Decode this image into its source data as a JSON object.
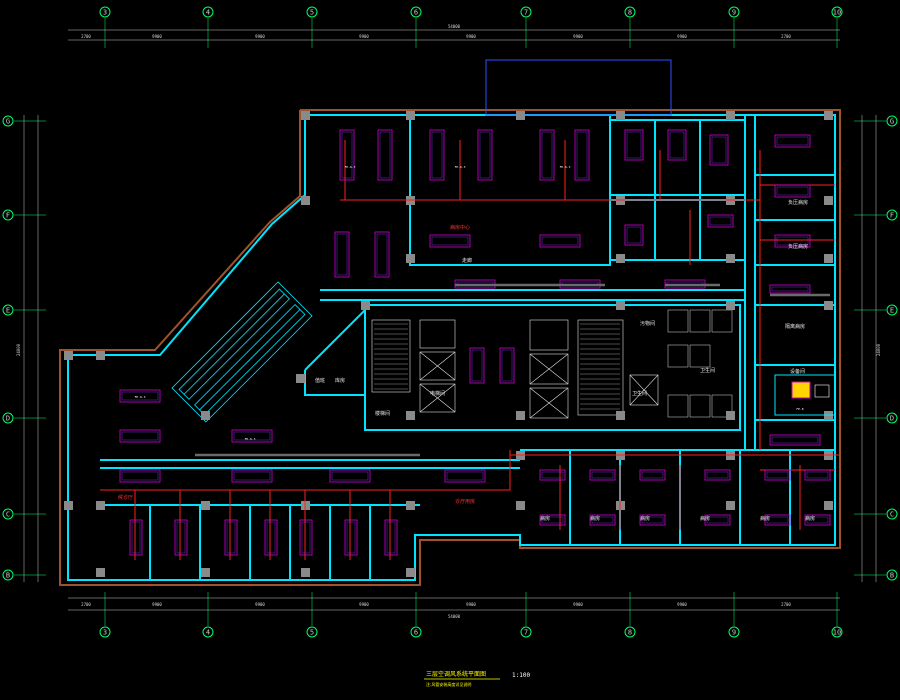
{
  "axes": {
    "vertical": [
      "3",
      "4",
      "5",
      "6",
      "7",
      "8",
      "9",
      "10"
    ],
    "horizontal": [
      "G",
      "F",
      "E",
      "D",
      "C",
      "B"
    ]
  },
  "dimensions": {
    "top_segments": [
      "2700",
      "9900",
      "9900",
      "9900",
      "9900",
      "9900",
      "9900",
      "2700"
    ],
    "top_total": "54000",
    "bottom_segments": [
      "2700",
      "9900",
      "9900",
      "9900",
      "9900",
      "9900",
      "9900",
      "2700"
    ],
    "bottom_total": "54000",
    "side_total": "24000"
  },
  "rooms": {
    "left_top": "候诊厅",
    "center_top": "病房中心",
    "bottom_left": "诊疗用房",
    "right_top": "负压病房",
    "right_mid": "负压病房",
    "center_left_a": "值班",
    "center_left_b": "库房",
    "corridor": "走廊",
    "toilet_a": "污物间",
    "toilet_b": "卫生间",
    "stair_label": "楼梯间",
    "elevator_label": "电梯间",
    "wc": "卫生间",
    "ward_a": "病房",
    "ward_b": "病房",
    "ward_c": "病房",
    "ward_d": "病房",
    "ward_e": "病房",
    "ward_f": "病房",
    "isolation": "隔离病房",
    "equipment": "设备间"
  },
  "equipment": {
    "unit_tag": "FP-6.3",
    "ahu_tag": "FP-8"
  },
  "title": {
    "main": "三层空调风系统平面图",
    "scale": "1:100",
    "sub": "注:风管安装高度详见说明"
  },
  "colors": {
    "background": "#000000",
    "wall": "#00e5ff",
    "column": "#9a9a9a",
    "duct_magenta": "#d400d4",
    "pipe_red": "#ff2020",
    "window_brown": "#a0522d",
    "axis_green": "#00ff66",
    "title_yellow": "#ffff00"
  }
}
